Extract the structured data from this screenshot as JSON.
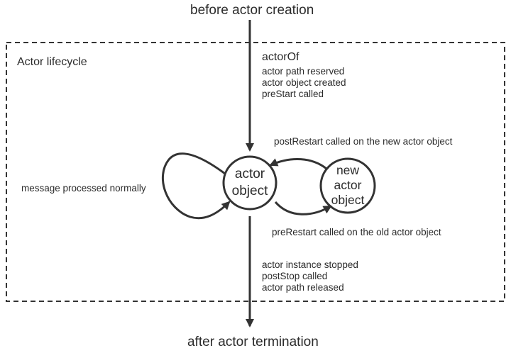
{
  "top_label": "before actor creation",
  "bottom_label": "after actor termination",
  "boundary_label": "Actor lifecycle",
  "creation": {
    "title": "actorOf",
    "steps": [
      "actor path reserved",
      "actor object created",
      "preStart called"
    ]
  },
  "main_node": {
    "line1": "actor",
    "line2": "object"
  },
  "new_node": {
    "line1": "new",
    "line2": "actor",
    "line3": "object"
  },
  "loop_label": "message processed normally",
  "post_restart_label": "postRestart called on the new actor object",
  "pre_restart_label": "preRestart called on the old actor object",
  "termination": {
    "steps": [
      "actor instance stopped",
      "postStop called",
      "actor path released"
    ]
  },
  "colors": {
    "line": "#333333",
    "text": "#2b2b2b",
    "background": "#ffffff"
  }
}
